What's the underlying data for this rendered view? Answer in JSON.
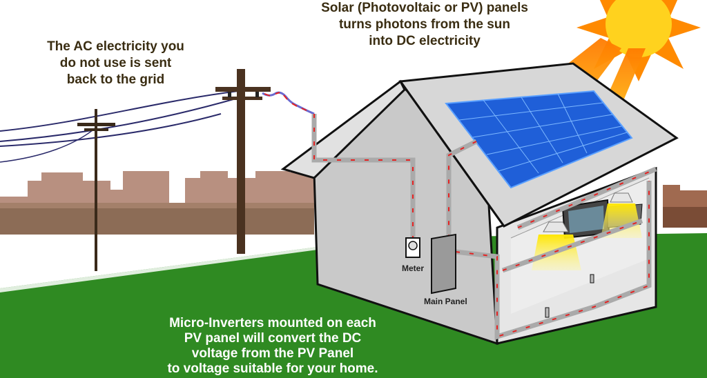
{
  "captions": {
    "grid": [
      "The AC electricity you",
      "do not use is sent",
      "back to the grid"
    ],
    "solar": [
      "Solar (Photovoltaic or PV) panels",
      "turns photons from the sun",
      "into DC electricity"
    ],
    "inverters": [
      "Micro-Inverters mounted on each",
      "PV panel will convert the DC",
      "voltage from the PV Panel",
      "to voltage suitable for your home."
    ]
  },
  "labels": {
    "meter": "Meter",
    "main_panel": "Main Panel"
  },
  "colors": {
    "ground": "#2f8a22",
    "skyline": "#b89080",
    "house_wall": "#c9c9c9",
    "roof": "#d7d7d7",
    "solar_panel": "#1f5fd8",
    "sun": "#ffd21e",
    "wire_arrow": "#e52222"
  }
}
